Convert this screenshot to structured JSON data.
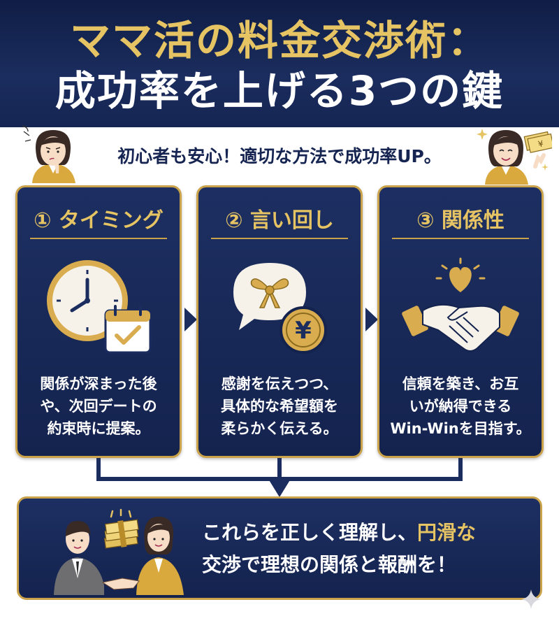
{
  "header": {
    "title_line1": "ママ活の料金交渉術：",
    "title_line2": "成功率を上げる3つの鍵"
  },
  "subtitle": "初心者も安心！適切な方法で成功率UP。",
  "cards": [
    {
      "title": "① タイミング",
      "lines": [
        "関係が深まった後",
        "や、次回デートの",
        "約束時に提案。"
      ],
      "icon": "clock-calendar-icon"
    },
    {
      "title": "② 言い回し",
      "lines": [
        "感謝を伝えつつ、",
        "具体的な希望額を",
        "柔らかく伝える。"
      ],
      "icon": "speech-bubble-ribbon-yen-icon"
    },
    {
      "title": "③ 関係性",
      "lines": [
        "信頼を築き、お互",
        "いが納得できる",
        "Win-Winを目指す。"
      ],
      "icon": "handshake-heart-icon"
    }
  ],
  "bottom": {
    "line1_white": "これらを正しく理解し、",
    "line1_gold": "円滑な",
    "line2": "交渉で理想の関係と報酬を！"
  },
  "icons": {
    "yen_symbol": "¥"
  },
  "colors": {
    "navy": "#1b2d5e",
    "gold": "#e6c463",
    "white": "#ffffff"
  }
}
